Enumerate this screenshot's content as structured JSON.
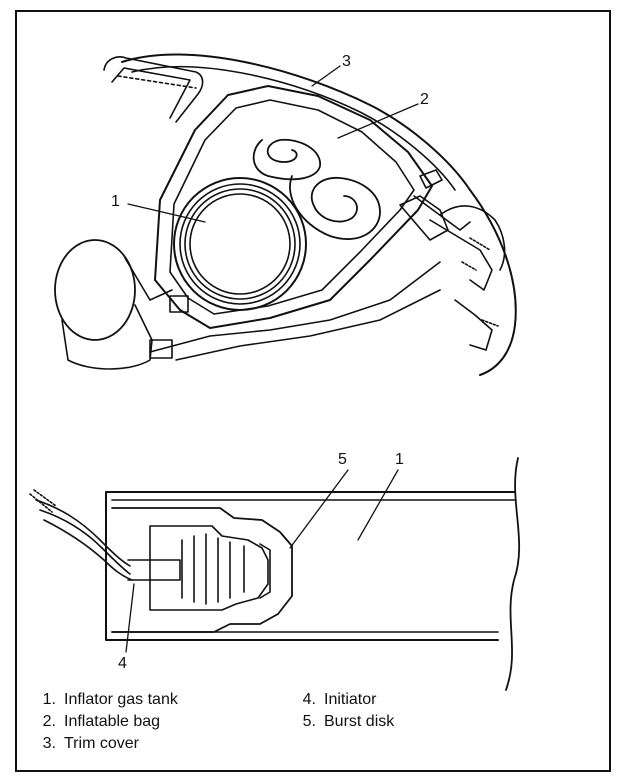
{
  "callouts": {
    "top_1": "1",
    "top_2": "2",
    "top_3": "3",
    "bottom_1": "1",
    "bottom_4": "4",
    "bottom_5": "5"
  },
  "legend": [
    {
      "num": "1.",
      "text": "Inflator gas tank"
    },
    {
      "num": "2.",
      "text": "Inflatable bag"
    },
    {
      "num": "3.",
      "text": "Trim cover"
    },
    {
      "num": "4.",
      "text": "Initiator"
    },
    {
      "num": "5.",
      "text": "Burst disk"
    }
  ]
}
